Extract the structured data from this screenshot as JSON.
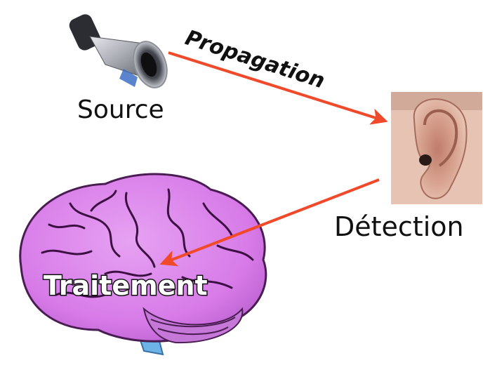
{
  "labels": {
    "source": "Source",
    "propagation": "Propagation",
    "detection": "Détection",
    "traitement": "Traitement"
  },
  "colors": {
    "arrow": "#f04a2a",
    "brain": "#d77ae8",
    "ear": "#d9a592",
    "horn": "#9a9aa0"
  },
  "icons": {
    "source": "horn-icon",
    "detection": "ear-icon",
    "traitement": "brain-icon"
  }
}
